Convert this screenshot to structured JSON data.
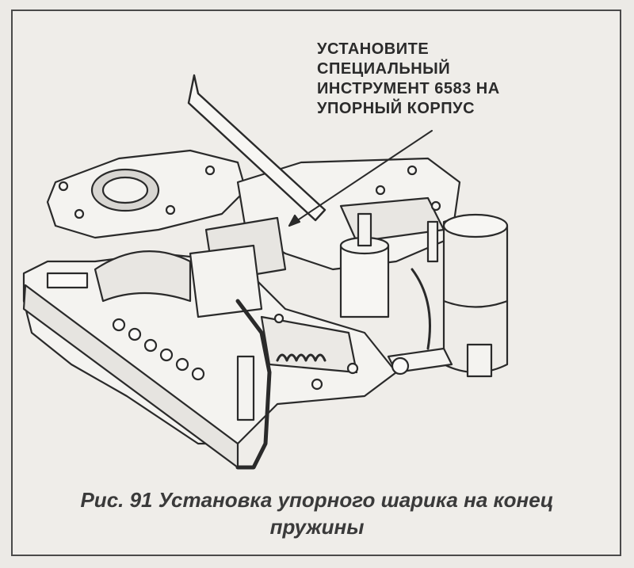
{
  "callout": {
    "lines": [
      "УСТАНОВИТЕ",
      "СПЕЦИАЛЬНЫЙ",
      "ИНСТРУМЕНТ 6583 НА",
      "УПОРНЫЙ КОРПУС"
    ]
  },
  "caption": {
    "line1": "Рис. 91 Установка упорного шарика на конец",
    "line2": "пружины"
  },
  "colors": {
    "ink": "#2b2b2b",
    "paper": "#efede9"
  }
}
